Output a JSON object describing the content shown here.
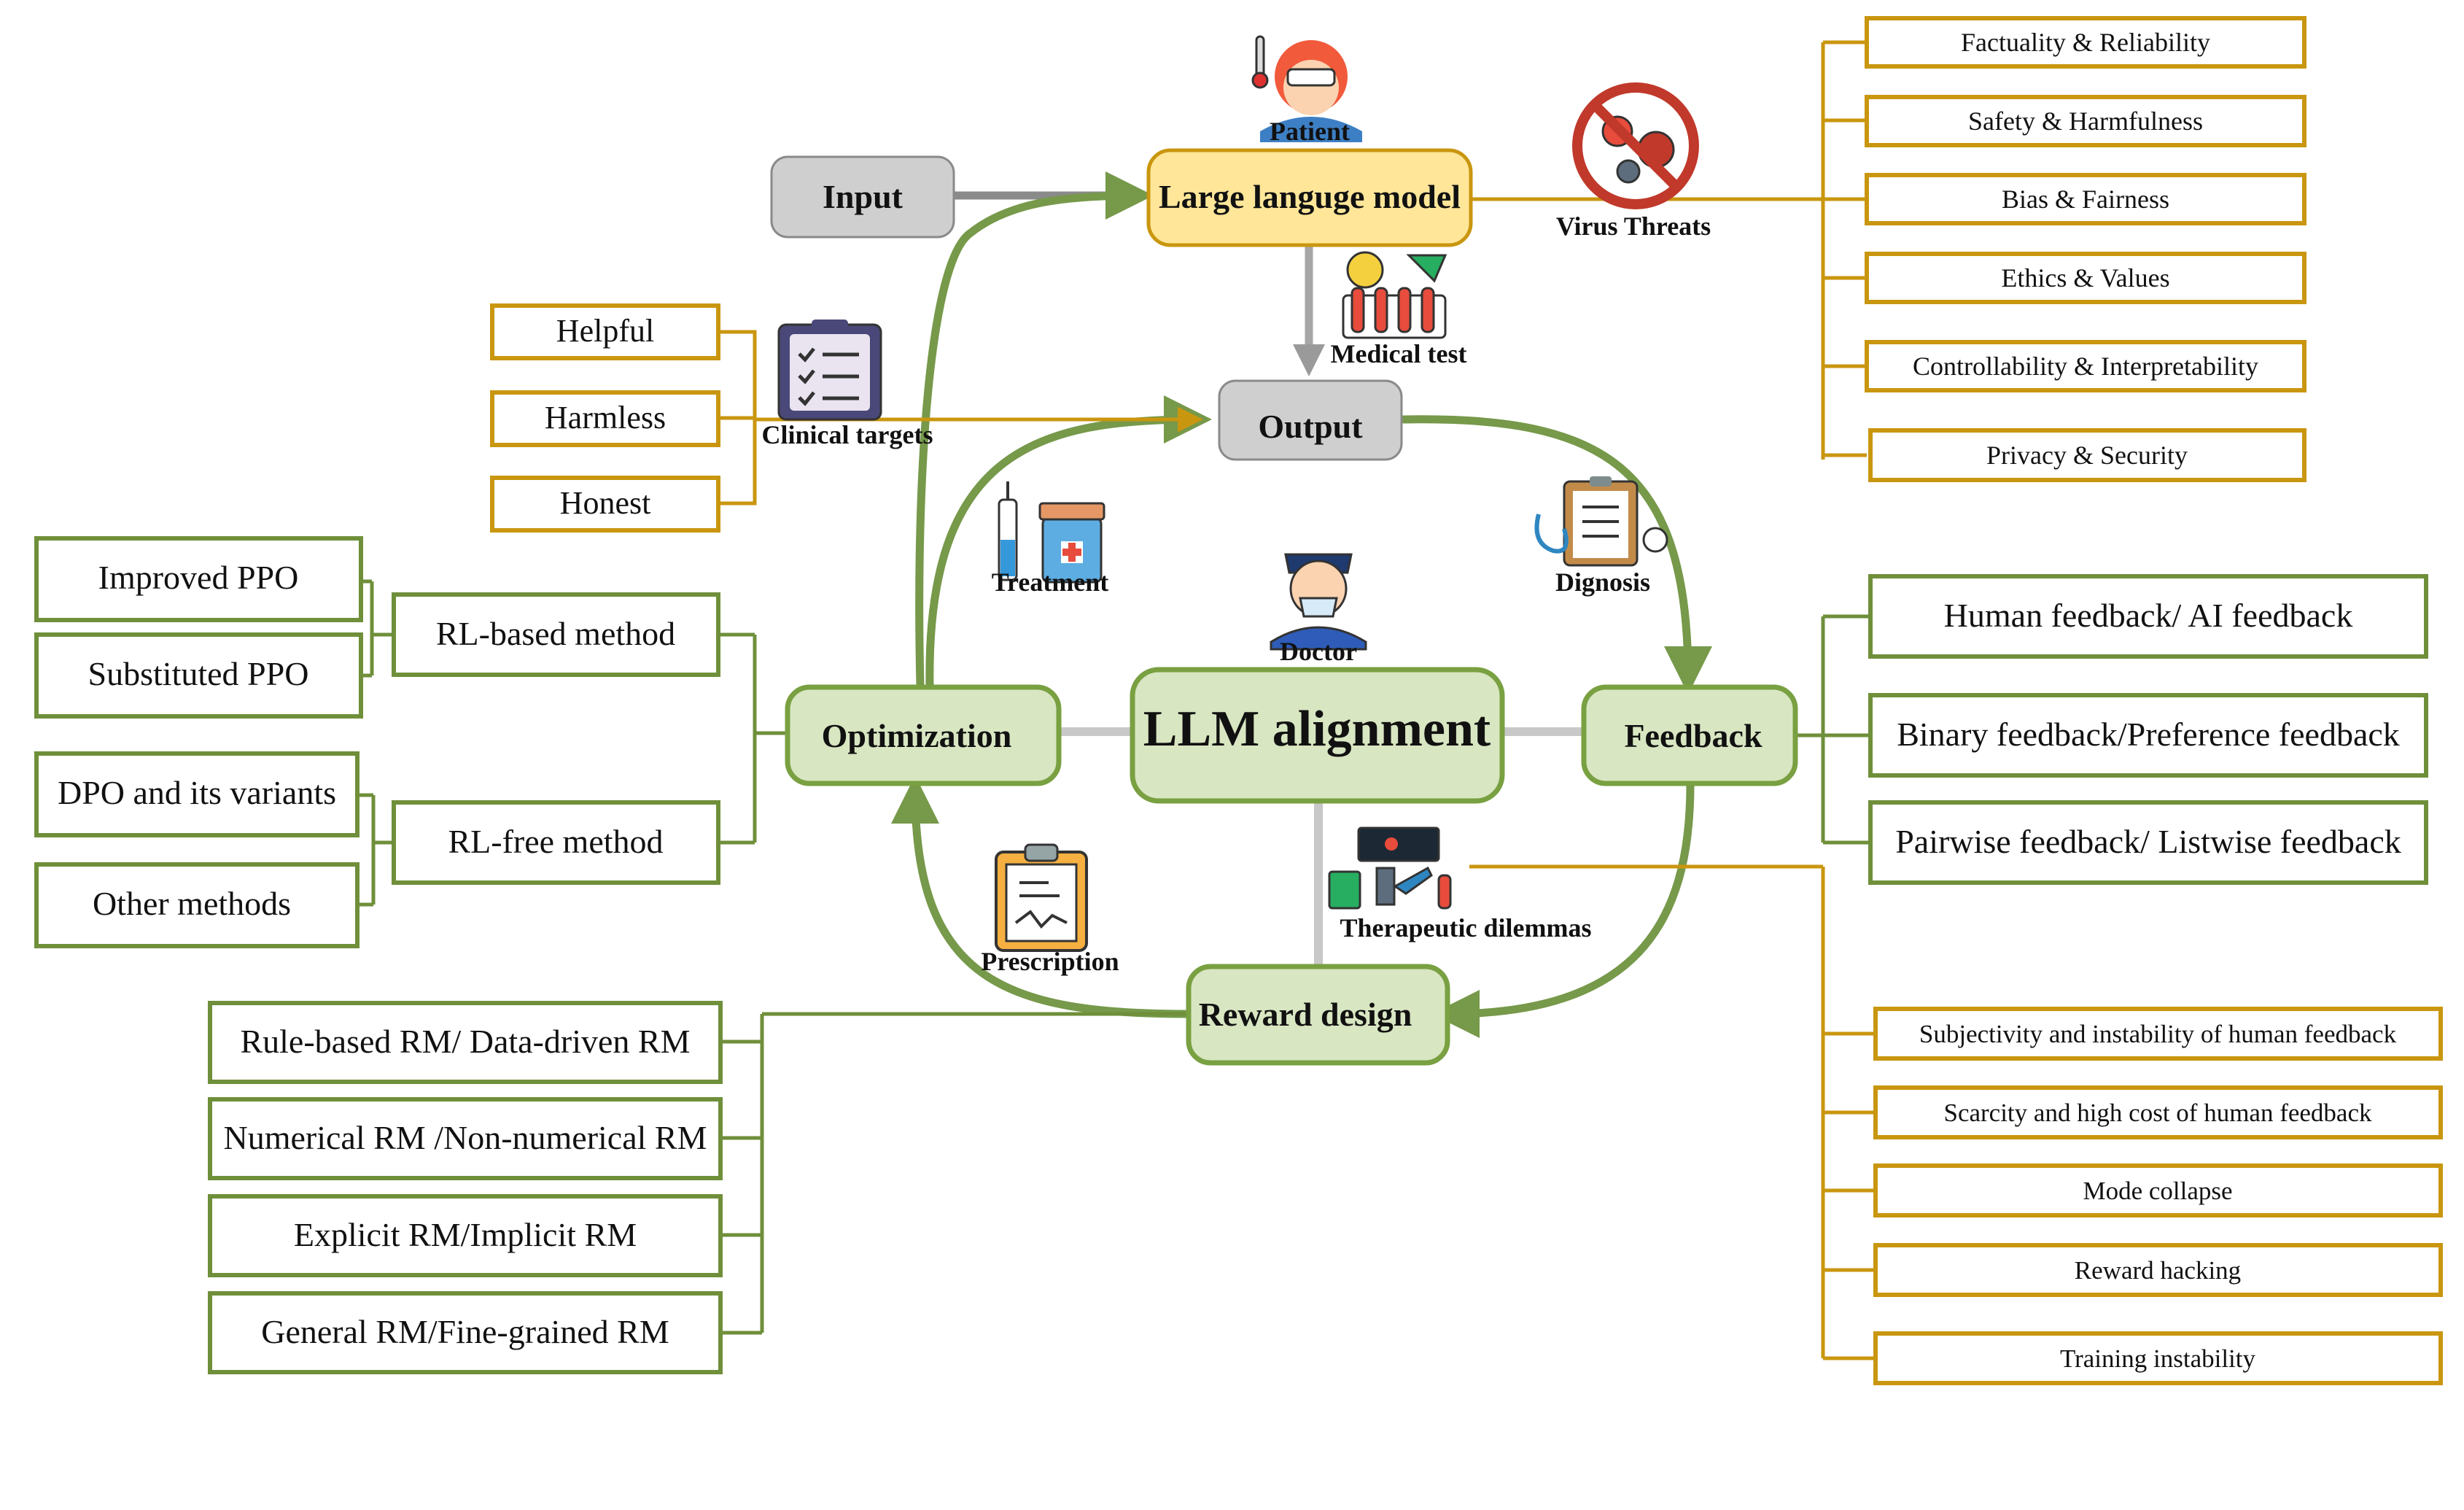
{
  "central": "LLM alignment",
  "core": {
    "optimization": "Optimization",
    "feedback": "Feedback",
    "reward_design": "Reward design"
  },
  "pipeline": {
    "input": "Input",
    "llm": "Large languge model",
    "output": "Output"
  },
  "icons": {
    "patient": "Patient",
    "virus_threats": "Virus Threats",
    "medical_test": "Medical test",
    "clinical_targets": "Clinical targets",
    "treatment": "Treatment",
    "doctor": "Doctor",
    "dignosis": "Dignosis",
    "therapeutic_dilemmas": "Therapeutic dilemmas",
    "prescription": "Prescription"
  },
  "llm_risks": [
    "Factuality & Reliability",
    "Safety & Harmfulness",
    "Bias & Fairness",
    "Ethics & Values",
    "Controllability & Interpretability",
    "Privacy & Security"
  ],
  "clinical_targets": [
    "Helpful",
    "Harmless",
    "Honest"
  ],
  "optimization_methods": {
    "rl_based": "RL-based method",
    "rl_based_items": [
      "Improved PPO",
      "Substituted PPO"
    ],
    "rl_free": "RL-free method",
    "rl_free_items": [
      "DPO and its variants",
      "Other methods"
    ]
  },
  "feedback_types": [
    "Human  feedback/ AI feedback",
    "Binary feedback/Preference feedback",
    "Pairwise feedback/ Listwise  feedback"
  ],
  "reward_models": [
    "Rule-based RM/ Data-driven RM",
    "Numerical RM /Non-numerical RM",
    "Explicit RM/Implicit RM",
    "General RM/Fine-grained RM"
  ],
  "dilemmas": [
    "Subjectivity and instability of human feedback",
    "Scarcity and high cost of human feedback",
    "Mode collapse",
    "Reward hacking",
    "Training instability"
  ],
  "colors": {
    "gold": "#c9960f",
    "green": "#6f8f3a",
    "core_fill": "#d8e6c2",
    "llm_fill": "#ffe699",
    "grey_fill": "#cfcfcf"
  }
}
